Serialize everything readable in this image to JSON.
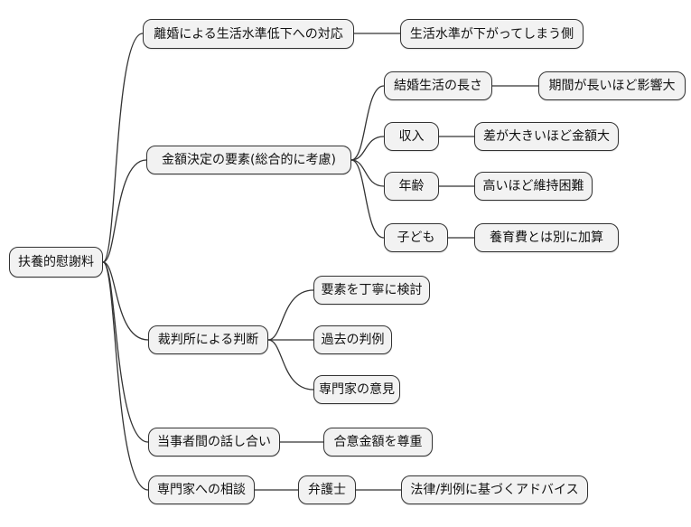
{
  "mindmap": {
    "root": {
      "label": "扶養的慰謝料",
      "children": [
        {
          "label": "離婚による生活水準低下への対応",
          "children": [
            {
              "label": "生活水準が下がってしまう側",
              "children": []
            }
          ]
        },
        {
          "label": "金額決定の要素(総合的に考慮)",
          "children": [
            {
              "label": "結婚生活の長さ",
              "children": [
                {
                  "label": "期間が長いほど影響大",
                  "children": []
                }
              ]
            },
            {
              "label": "収入",
              "children": [
                {
                  "label": "差が大きいほど金額大",
                  "children": []
                }
              ]
            },
            {
              "label": "年齢",
              "children": [
                {
                  "label": "高いほど維持困難",
                  "children": []
                }
              ]
            },
            {
              "label": "子ども",
              "children": [
                {
                  "label": "養育費とは別に加算",
                  "children": []
                }
              ]
            }
          ]
        },
        {
          "label": "裁判所による判断",
          "children": [
            {
              "label": "要素を丁寧に検討",
              "children": []
            },
            {
              "label": "過去の判例",
              "children": []
            },
            {
              "label": "専門家の意見",
              "children": []
            }
          ]
        },
        {
          "label": "当事者間の話し合い",
          "children": [
            {
              "label": "合意金額を尊重",
              "children": []
            }
          ]
        },
        {
          "label": "専門家への相談",
          "children": [
            {
              "label": "弁護士",
              "children": [
                {
                  "label": "法律/判例に基づくアドバイス",
                  "children": []
                }
              ]
            }
          ]
        }
      ]
    }
  },
  "colors": {
    "background": "#ffffff",
    "node_fill": "#f2f2f2",
    "node_border": "#333333",
    "connector": "#333333",
    "text": "#111111"
  }
}
